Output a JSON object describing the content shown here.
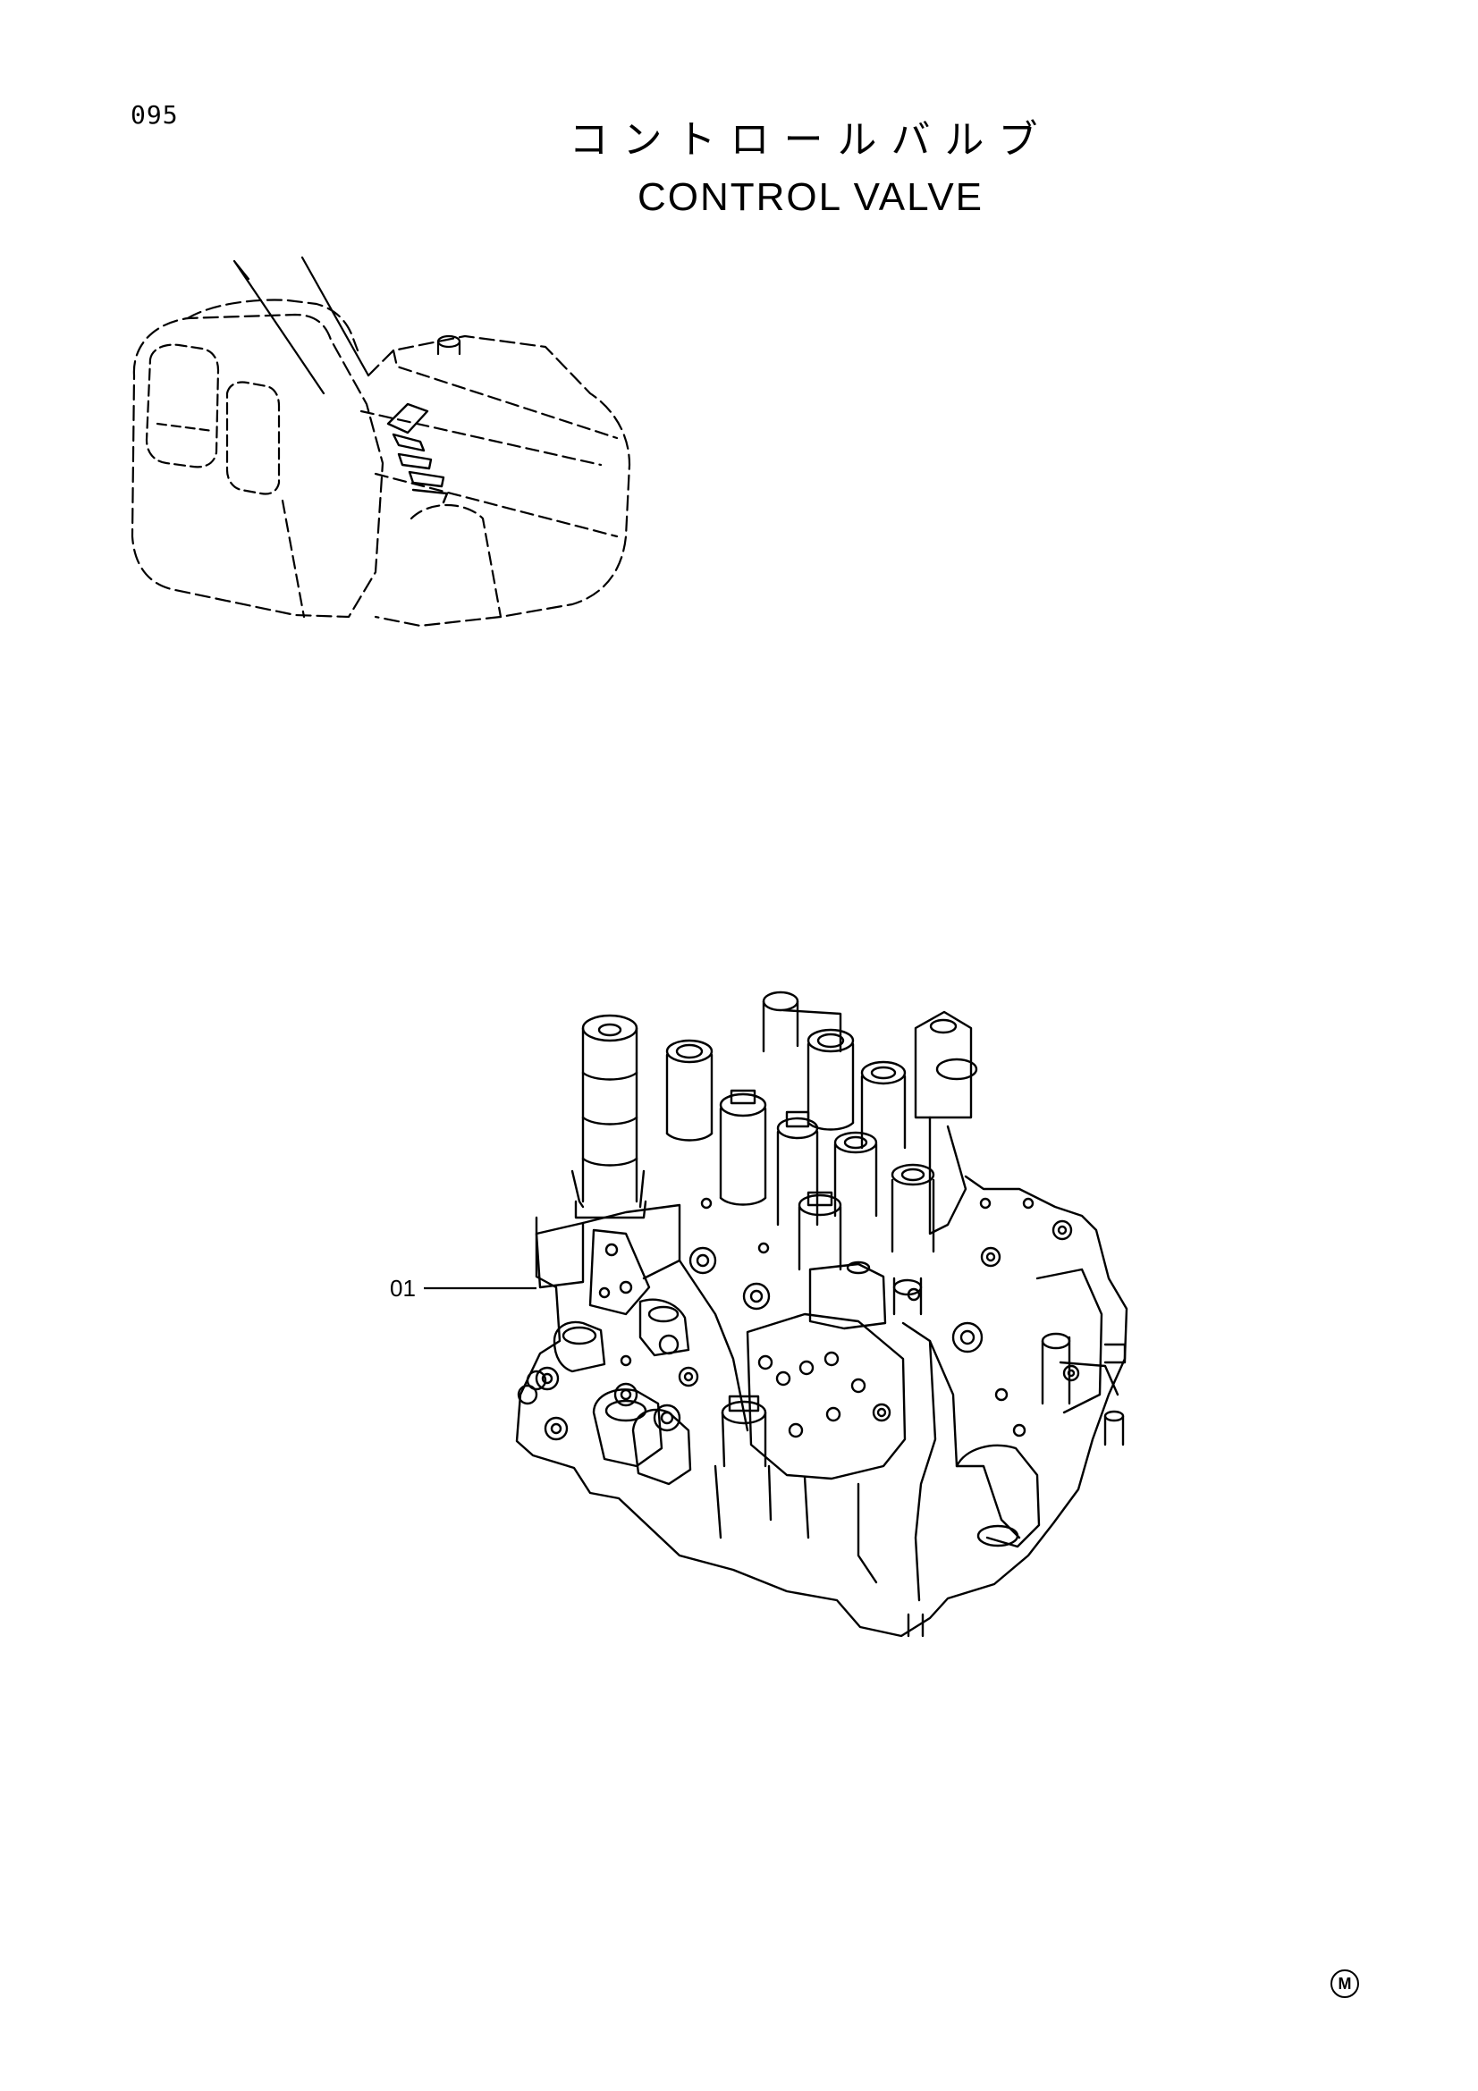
{
  "page": {
    "number": "095"
  },
  "title": {
    "japanese": "コントロールバルブ",
    "english": "CONTROL VALVE"
  },
  "callouts": [
    {
      "label": "01"
    }
  ],
  "footer": {
    "mark": "M"
  },
  "icons": {
    "excavator": "excavator-location-icon",
    "valve": "control-valve-assembly-icon"
  }
}
